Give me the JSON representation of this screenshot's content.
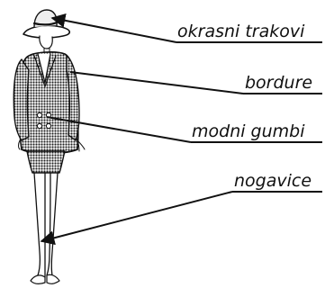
{
  "labels": {
    "l1": "okrasni trakovi",
    "l2": "bordure",
    "l3": "modni gumbi",
    "l4": "nogavice"
  },
  "colors": {
    "ink": "#111111",
    "shade": "#2a2a2a",
    "background": "#ffffff"
  }
}
